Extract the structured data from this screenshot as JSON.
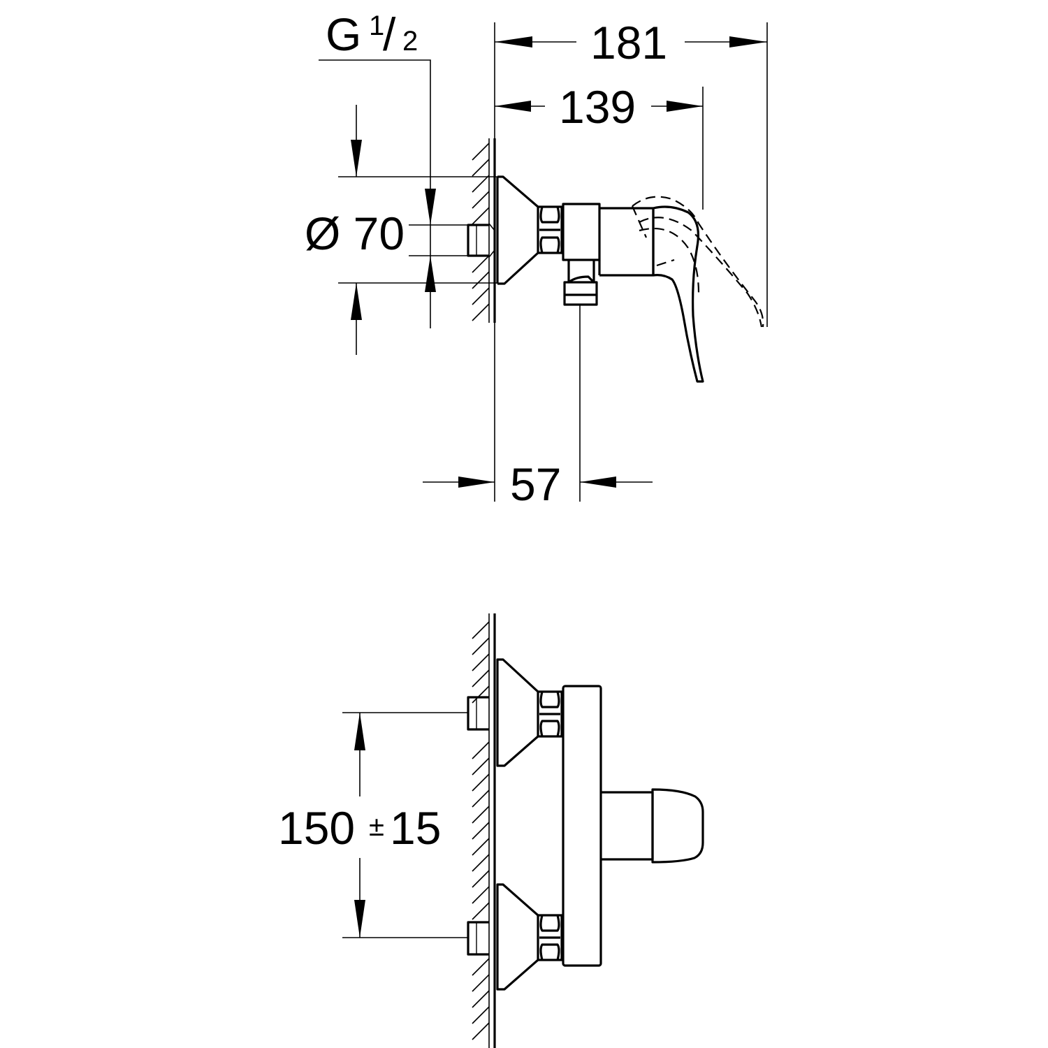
{
  "dimensions": {
    "thread_main": "G",
    "thread_sup": "1",
    "thread_sep": "/",
    "thread_sub": "2",
    "overall_width": "181",
    "handle_depth": "139",
    "diameter": "Ø 70",
    "outlet_offset": "57",
    "spacing_value": "150",
    "spacing_pm": "±",
    "spacing_tol": "15"
  }
}
